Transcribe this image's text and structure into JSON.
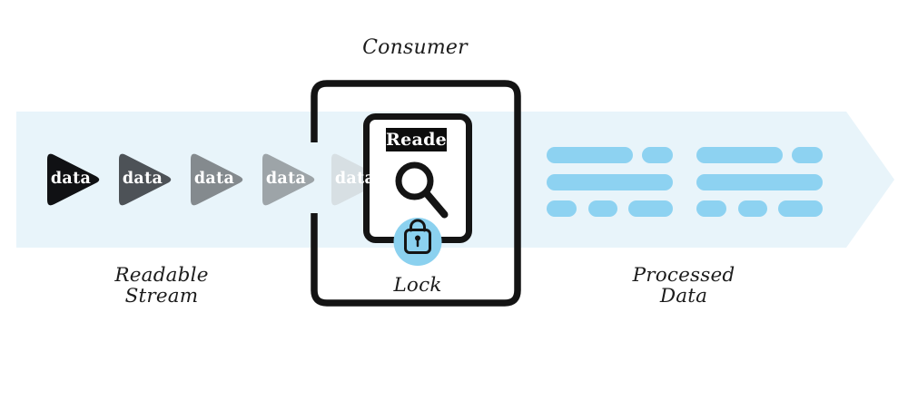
{
  "diagram": {
    "consumer": {
      "label": "Consumer",
      "reader_label": "Reader",
      "lock_label": "Lock"
    },
    "stream": {
      "label_line1": "Readable",
      "label_line2": "Stream",
      "chunks": [
        {
          "label": "data",
          "color": "#101114"
        },
        {
          "label": "data",
          "color": "#4d5257"
        },
        {
          "label": "data",
          "color": "#848a8e"
        },
        {
          "label": "data",
          "color": "#9da4a8"
        },
        {
          "label": "data",
          "color": "#d7dfe3"
        }
      ]
    },
    "processed": {
      "label_line1": "Processed",
      "label_line2": "Data"
    },
    "icons": {
      "reader": "search-icon",
      "lock": "padlock-icon"
    },
    "colors": {
      "band": "#e8f4fa",
      "pill": "#8dd2f1",
      "lock_circle": "#8bd1ef",
      "outline": "#141414",
      "reader_chip_bg": "#0d0d0d",
      "text": "#1c1c1c"
    }
  }
}
